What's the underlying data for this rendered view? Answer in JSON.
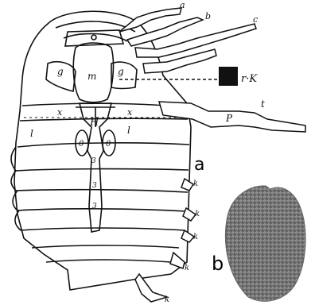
{
  "figure": {
    "panels": [
      {
        "id": "a",
        "label": "a",
        "part_labels": {
          "antennae_tips": [
            "a",
            "b",
            "c"
          ],
          "head_segments": [
            "g",
            "m",
            "g"
          ],
          "thorax": [
            "x",
            "x",
            "H",
            "l",
            "l"
          ],
          "sternites": [
            "0",
            "0",
            "3",
            "3",
            "3"
          ],
          "posterior_legs": [
            "k",
            "k",
            "k",
            "k",
            "k"
          ],
          "leg_joint": "t",
          "leg_segment": "P",
          "legend_marker": "r·K"
        }
      },
      {
        "id": "b",
        "label": "b",
        "description_color": "#7a7a7a"
      }
    ]
  },
  "colors": {
    "ink": "#111111",
    "paper": "#ffffff",
    "stipple_dark": "#555555",
    "stipple_light": "#9a9a9a"
  }
}
